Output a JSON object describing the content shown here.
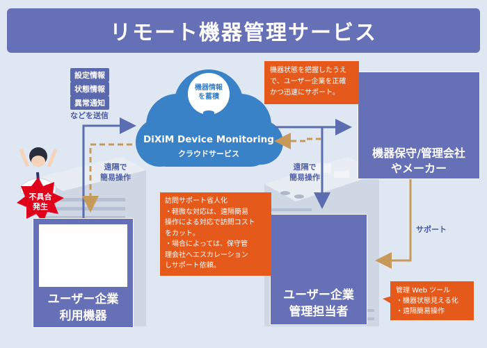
{
  "title": "リモート機器管理サービス",
  "sent_info": {
    "items": [
      "設定情報",
      "状態情報",
      "異常通知"
    ],
    "suffix": "などを送信"
  },
  "cloud": {
    "badge_lines": [
      "機器情報",
      "を蓄積"
    ],
    "name": "DiXiM Device Monitoring",
    "subtitle": "クラウドサービス"
  },
  "remote_op_left": [
    "遠隔で",
    "簡易操作"
  ],
  "remote_op_right": [
    "遠隔で",
    "簡易操作"
  ],
  "fault_badge": [
    "不具合",
    "発生"
  ],
  "user_devices_box": [
    "ユーザー企業",
    "利用機器"
  ],
  "maintenance_box": [
    "機器保守/管理会社",
    "やメーカー"
  ],
  "manager_box": [
    "ユーザー企業",
    "管理担当者"
  ],
  "callout_top": [
    "機器状態を把握したうえ",
    "で、ユーザー企業を正確",
    "かつ迅速にサポート。"
  ],
  "callout_middle": [
    "訪問サポート省人化",
    "・軽微な対応は、遠隔簡易",
    "操作による対応で訪問コスト",
    "をカット。",
    "・場合によっては、保守管",
    "理会社へエスカレーション",
    "しサポート依頼。"
  ],
  "support_label": "サポート",
  "callout_bottom": [
    "管理 Web ツール",
    "・機器状態見える化",
    "・遠隔簡易操作"
  ],
  "colors": {
    "title_bg": "#6570b6",
    "box_bg": "#6570b6",
    "cloud": "#3a82c8",
    "accent_orange": "#e55a1b",
    "arrow_blue": "#5a6db0",
    "arrow_tan": "#c79a5a",
    "background": "#dfe7f3"
  }
}
